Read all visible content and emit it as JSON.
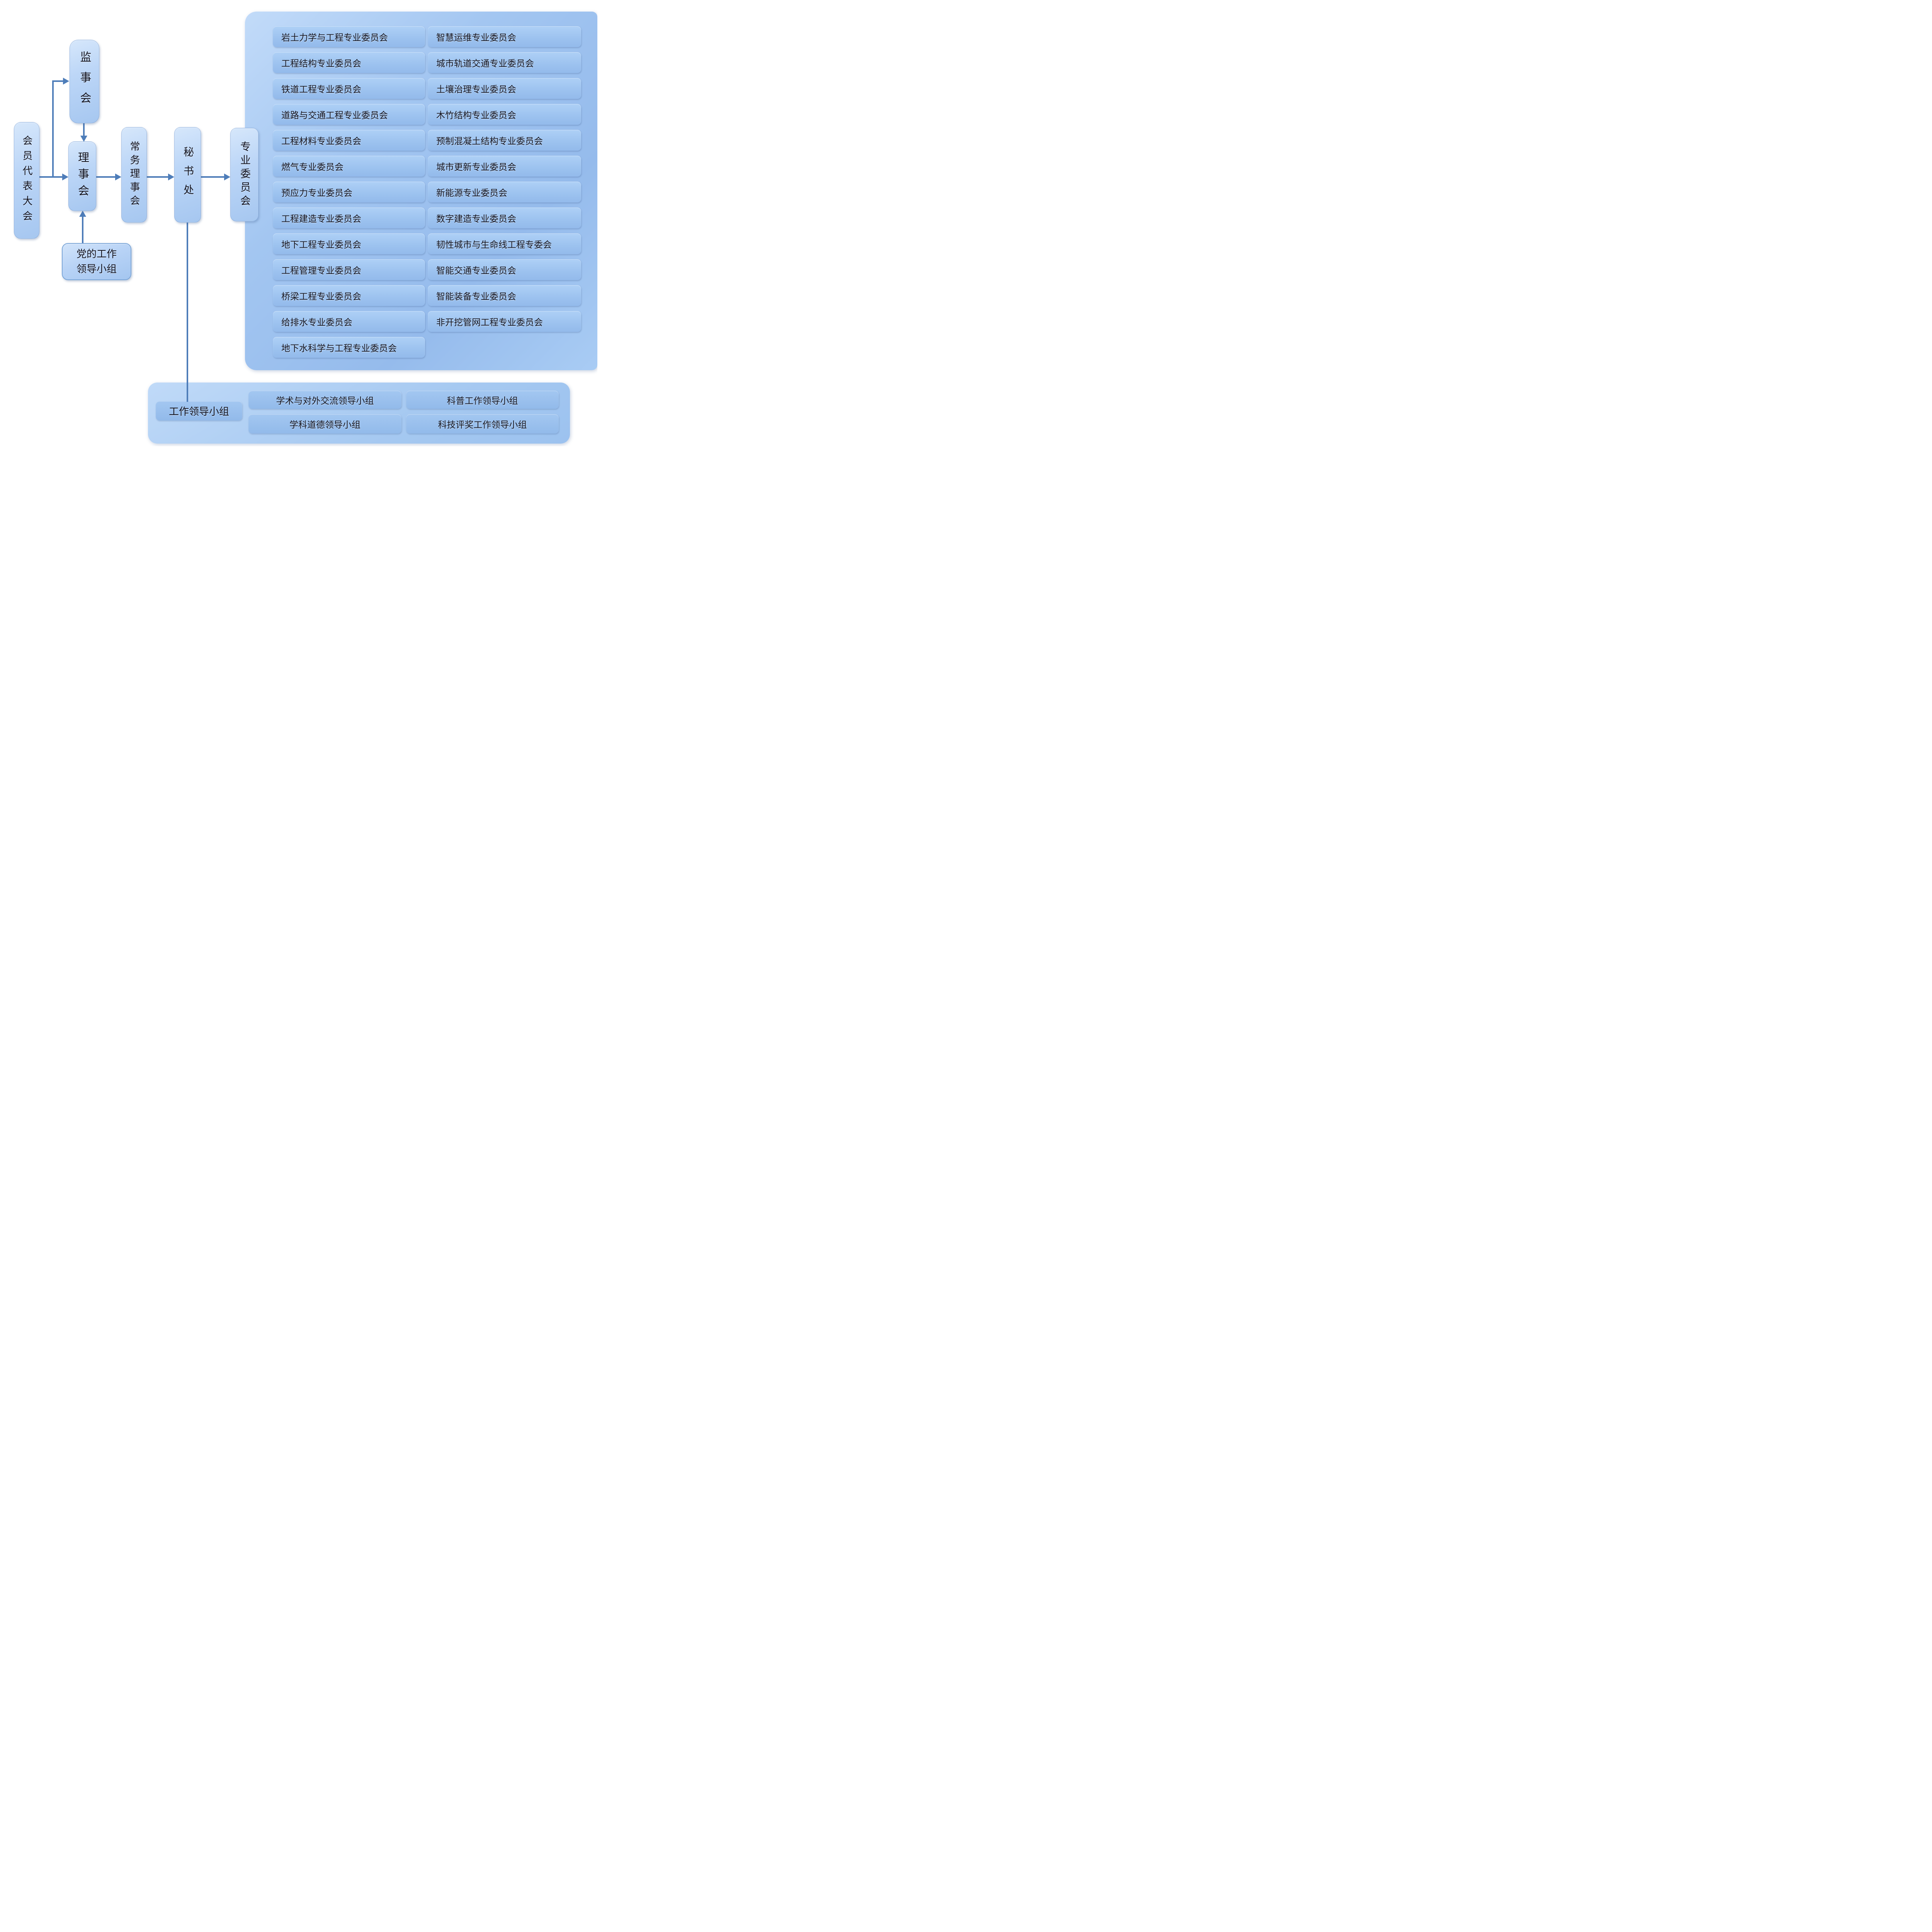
{
  "flow": {
    "member_congress": "会员代表大会",
    "supervisors": "监事会",
    "council": "理事会",
    "party_group_line1": "党的工作",
    "party_group_line2": "领导小组",
    "standing_council": "常务理事会",
    "secretariat": "秘书处",
    "committees_label": "专业委员会",
    "work_group": "工作领导小组"
  },
  "committees": {
    "col1": [
      "岩土力学与工程专业委员会",
      "工程结构专业委员会",
      "铁道工程专业委员会",
      "道路与交通工程专业委员会",
      "工程材料专业委员会",
      "燃气专业委员会",
      "预应力专业委员会",
      "工程建造专业委员会",
      "地下工程专业委员会",
      "工程管理专业委员会",
      "桥梁工程专业委员会",
      "给排水专业委员会",
      "地下水科学与工程专业委员会"
    ],
    "col2": [
      "智慧运维专业委员会",
      "城市轨道交通专业委员会",
      "土壤治理专业委员会",
      "木竹结构专业委员会",
      "预制混凝土结构专业委员会",
      "城市更新专业委员会",
      "新能源专业委员会",
      "数字建造专业委员会",
      "韧性城市与生命线工程专委会",
      "智能交通专业委员会",
      "智能装备专业委员会",
      "非开挖管网工程专业委员会"
    ]
  },
  "leading_groups": [
    "学术与对外交流领导小组",
    "科普工作领导小组",
    "学科道德领导小组",
    "科技评奖工作领导小组"
  ],
  "colors": {
    "background": "#ffffff",
    "panel_blue": "#9cc2ef",
    "box_blue": "#aed0f6",
    "light_box_blue": "#c6dcf8",
    "connector_blue": "#4e7db9",
    "text": "#14141f"
  }
}
